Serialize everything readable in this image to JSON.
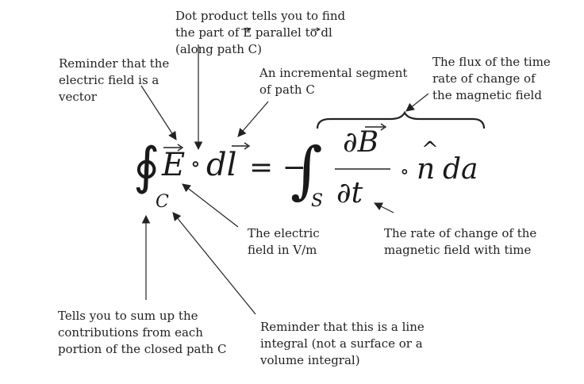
{
  "annotations": {
    "dot_product": "Dot product tells you to find\nthe part of E parallel to dl\n(along path C)",
    "reminder_vector": "Reminder that the\nelectric field is a\nvector",
    "incremental_segment": "An incremental segment\nof path C",
    "flux_time_rate": "The flux of the time\nrate of change of\nthe magnetic field",
    "electric_field": "The electric\nfield in V/m",
    "rate_of_change": "The rate of change of the\nmagnetic field with time",
    "sum_up": "Tells you to sum up the\ncontributions from each\nportion of the closed path C",
    "line_integral": "Reminder that this is a line\nintegral (not a surface or a\nvolume integral)"
  },
  "equation": {
    "closed_integral": "∮",
    "path_sub": "C",
    "E": "E",
    "dot": "∘",
    "dl": "dl",
    "equals": "= −",
    "surface_integral": "∫",
    "surface_sub": "S",
    "numerator": "∂B",
    "denominator": "∂t",
    "dot2": "∘",
    "n_hat": "n",
    "hat_mark": "^",
    "da": "da"
  },
  "colors": {
    "text": "#222222",
    "arrow": "#222222"
  }
}
